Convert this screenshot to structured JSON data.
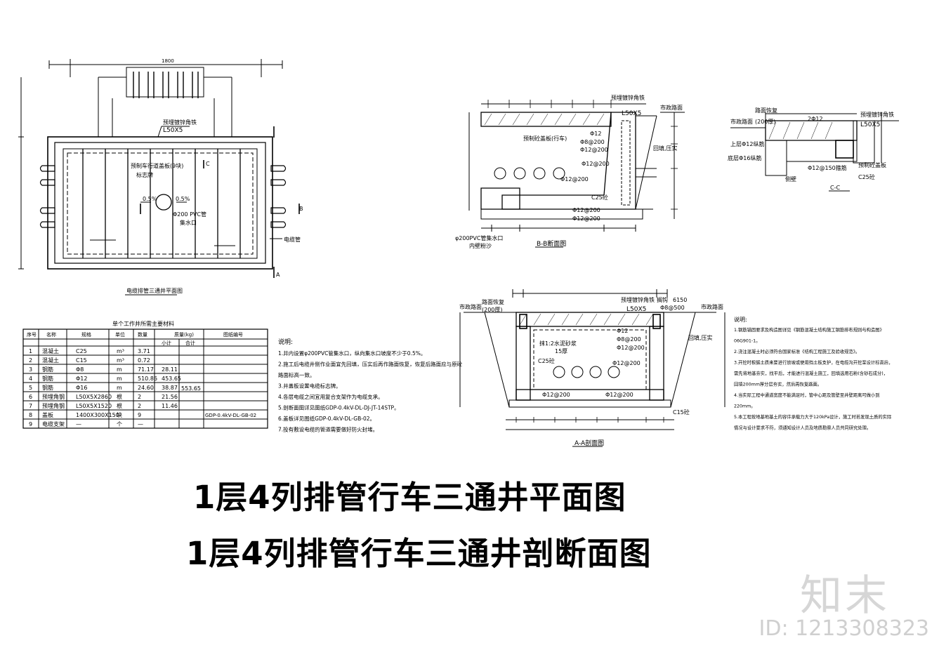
{
  "plan": {
    "title": "电缆排管三通井平面图",
    "dim_top": "1800",
    "labels": {
      "angle_iron": "预埋镀锌角铁",
      "angle_size": "L50X5",
      "cover": "预制车行道盖板(9块)",
      "marker": "标志牌",
      "pipe": "Φ200 PVC管",
      "sump": "集水口",
      "slope_left": "0.5%",
      "slope_right": "0.5%",
      "cable_pipe": "电缆管",
      "cut_a": "A",
      "cut_b": "B",
      "cut_c": "C"
    }
  },
  "table": {
    "title": "单个工作井所需主要材料",
    "headers": [
      "序号",
      "名称",
      "规格",
      "单位",
      "数量",
      "质量(kg)",
      "图纸编号"
    ],
    "subheaders": [
      "小计",
      "合计"
    ],
    "rows": [
      [
        "1",
        "混凝土",
        "C25",
        "m³",
        "3.71",
        "",
        ""
      ],
      [
        "2",
        "混凝土",
        "C15",
        "m³",
        "0.72",
        "",
        ""
      ],
      [
        "3",
        "钢筋",
        "Φ8",
        "m",
        "71.17",
        "28.11",
        ""
      ],
      [
        "4",
        "钢筋",
        "Φ12",
        "m",
        "510.86",
        "453.65",
        ""
      ],
      [
        "5",
        "钢筋",
        "Φ16",
        "m",
        "24.60",
        "38.87",
        ""
      ],
      [
        "6",
        "预埋角钢",
        "L50X5X2860",
        "根",
        "2",
        "21.56",
        ""
      ],
      [
        "7",
        "预埋角钢",
        "L50X5X1520",
        "根",
        "2",
        "11.46",
        ""
      ],
      [
        "8",
        "盖板",
        "1400X300X150",
        "块",
        "9",
        "",
        "GDP-0.4kV-DL-GB-02"
      ],
      [
        "9",
        "电缆支架",
        "—",
        "个",
        "—",
        "",
        ""
      ]
    ],
    "total": "553.65"
  },
  "notes_mid": {
    "heading": "说明:",
    "lines": [
      "1.井内设置φ200PVC管集水口，纵向集水口坡度不少于0.5%。",
      "2.施工后电缆井侧作业面宜先回填，压实后再作路面恢复，恢复后路面应与原砼",
      "   路面标高一致。",
      "3.井盖板设置电缆标志牌。",
      "4.各层电缆之间宜用复合支架作为电缆支承。",
      "5.剖断面图详见图纸GDP-0.4kV-DL-DJ-JT-14STP。",
      "6.盖板详见图纸GDP-0.4kV-DL-GB-02。",
      "7.投有敷设电缆的管道需要做好防火封堵。"
    ]
  },
  "section_bb": {
    "title": "B-B断面图",
    "labels": {
      "road": "市政路面",
      "angle": "预埋镀锌角铁",
      "angle_size": "L50X5",
      "cover": "预制砼盖板(行车)",
      "backfill": "回填,压实",
      "c25": "C25砼",
      "pipe": "φ200PVC管集水口",
      "sub": "内壁粉沙",
      "r1": "Φ8@200",
      "r2": "Φ12@200",
      "r3": "Φ12@200",
      "r4": "Φ12@200",
      "r5": "Φ12@200",
      "r6": "Φ12@200",
      "top": "Φ12"
    }
  },
  "section_cc": {
    "title": "C-C",
    "labels": {
      "road": "路面恢复",
      "thick": "(200厚)",
      "city": "市政路面",
      "angle": "预埋镀锌角铁",
      "angle_size": "L50X5",
      "top_bar": "上层Φ12纵筋",
      "bot_bar": "底层Φ16纵筋",
      "stir": "Φ12@150箍筋",
      "cover": "预制砼盖板",
      "wall": "侧壁",
      "c25": "C25砼",
      "bar2": "2Φ12"
    }
  },
  "section_aa": {
    "title": "A-A剖面图",
    "labels": {
      "road_l": "市政路面",
      "road_r": "市政路面",
      "restore": "路面恢复",
      "thick": "(200厚)",
      "angle": "预埋镀锌角铁",
      "angle_size": "L50X5",
      "hook": "搁钩",
      "hook_spec": "6150",
      "bar500": "Φ8@500",
      "backfill": "回填,压实",
      "mortar": "抹1:2水泥砂浆",
      "mortar2": "15厚",
      "c25": "C25砼",
      "c15": "C15砼",
      "r1": "Φ12",
      "r2": "Φ8@200",
      "r3": "Φ12@200",
      "r4": "Φ12@200",
      "r5": "Φ12@200",
      "r6": "Φ12@200"
    }
  },
  "notes_right": {
    "heading": "说明:",
    "lines": [
      "1.钢筋锚固要求及构造图详见《钢筋混凝土结构施工钢筋排布规则与构造图》",
      "06G901-1。",
      "2.浇注混凝土时必须符合国家标准《结构工程施工及验收规范》。",
      "3.开挖时根据土质来要进行放坡或使用挡土板支护，在电缆沟开挖至设计标高后，",
      "   需先将地基夯实，找平后，才能进行混凝土施工，回填选用石粉(含砂石成分)，",
      "   回填200mm厚分层夯实，然后再恢复路面。",
      "4.当实际工程中通道宽度不能满足时，管中心距及管壁至井壁距离可做小到",
      "   220mm。",
      "5.本工程按地基地基土的容许承载力大于120kPa设计，施工时若发现土质的实际",
      "   情况与设计要求不符，须通知设计人员及地质勘察人员共同研究处理。"
    ]
  },
  "titles": {
    "line1": "1层4列排管行车三通井平面图",
    "line2": "1层4列排管行车三通井剖断面图"
  },
  "brand": {
    "name": "知末",
    "id": "ID: 1213308323"
  }
}
